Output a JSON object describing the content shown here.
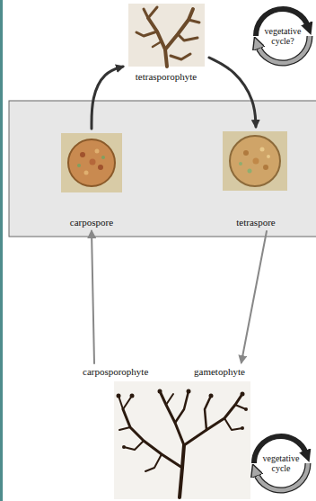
{
  "diagram": {
    "nodes": [
      {
        "text": [
          "tetrasporophyte"
        ]
      },
      {
        "text": [
          "carpospore"
        ]
      },
      {
        "text": [
          "tetraspore"
        ]
      },
      {
        "text": [
          "carposporophyte"
        ]
      },
      {
        "text": [
          "gametophyte"
        ]
      }
    ],
    "edges": [
      {
        "from": 1,
        "to": 0,
        "arrow": "to"
      },
      {
        "from": 0,
        "to": 2,
        "arrow": "to"
      },
      {
        "from": 3,
        "to": 1,
        "arrow": "to"
      },
      {
        "from": 2,
        "to": 4,
        "arrow": "to"
      }
    ],
    "labels": [
      "vegetative cycle?",
      "vegetative cycle"
    ]
  }
}
